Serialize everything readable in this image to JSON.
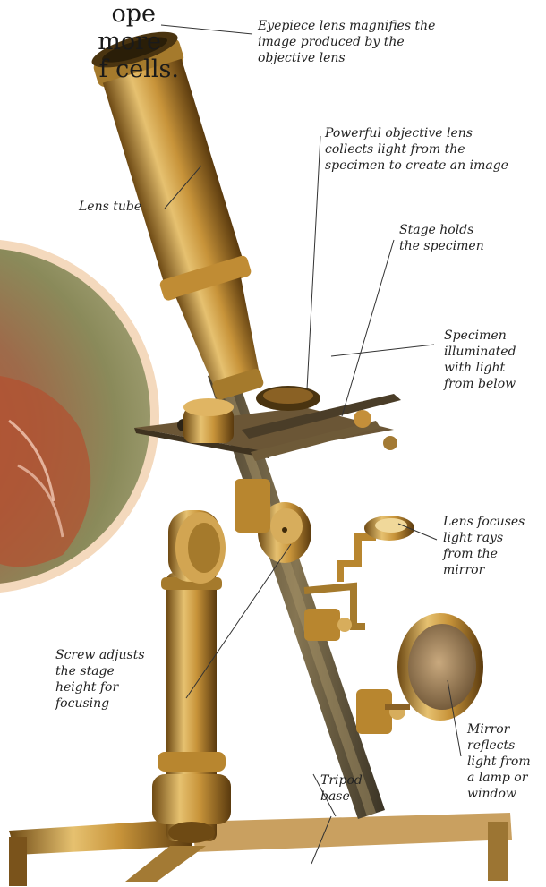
{
  "intro_lines": [
    "ope",
    "more",
    "f cells."
  ],
  "labels": {
    "eyepiece": "Eyepiece lens magnifies the\nimage produced by the\nobjective lens",
    "objective": "Powerful objective lens\ncollects light from the\nspecimen to create an image",
    "lens_tube": "Lens tube",
    "stage": "Stage holds\nthe specimen",
    "specimen": "Specimen\nilluminated\nwith light\nfrom below",
    "condenser": "Lens focuses\nlight rays\nfrom the\nmirror",
    "screw": "Screw adjusts\nthe stage\nheight for\nfocusing",
    "mirror": "Mirror\nreflects\nlight from\na lamp or\nwindow",
    "tripod": "Tripod\nbase"
  },
  "colors": {
    "brass": "#b8862f",
    "brass_dark": "#6e4a14",
    "brass_light": "#e6c170",
    "steel": "#5b5140",
    "portrait_ring": "#f4d9bd",
    "leader": "#333333"
  }
}
